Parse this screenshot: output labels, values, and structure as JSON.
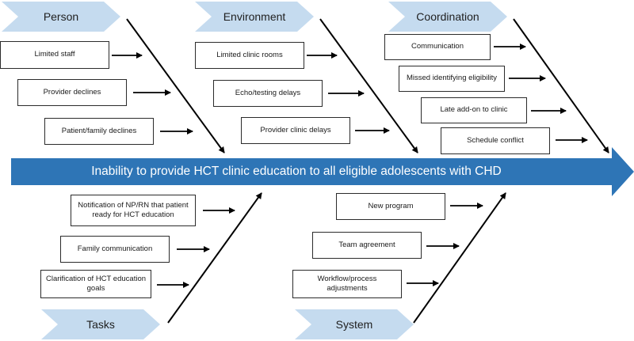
{
  "problem": "Inability to provide HCT clinic education to all eligible adolescents with CHD",
  "categories": {
    "person": "Person",
    "environment": "Environment",
    "coordination": "Coordination",
    "tasks": "Tasks",
    "system": "System"
  },
  "causes": {
    "person": [
      "Limited staff",
      "Provider declines",
      "Patient/family declines"
    ],
    "environment": [
      "Limited clinic rooms",
      "Echo/testing delays",
      "Provider clinic delays"
    ],
    "coordination": [
      "Communication",
      "Missed identifying eligibility",
      "Late add-on to clinic",
      "Schedule conflict"
    ],
    "tasks": [
      "Notification of NP/RN that patient ready for HCT education",
      "Family communication",
      "Clarification of HCT education goals"
    ],
    "system": [
      "New program",
      "Team agreement",
      "Workflow/process adjustments"
    ]
  },
  "colors": {
    "spine": "#2e75b6",
    "category_fill": "#c5dbef",
    "line": "#000000"
  }
}
